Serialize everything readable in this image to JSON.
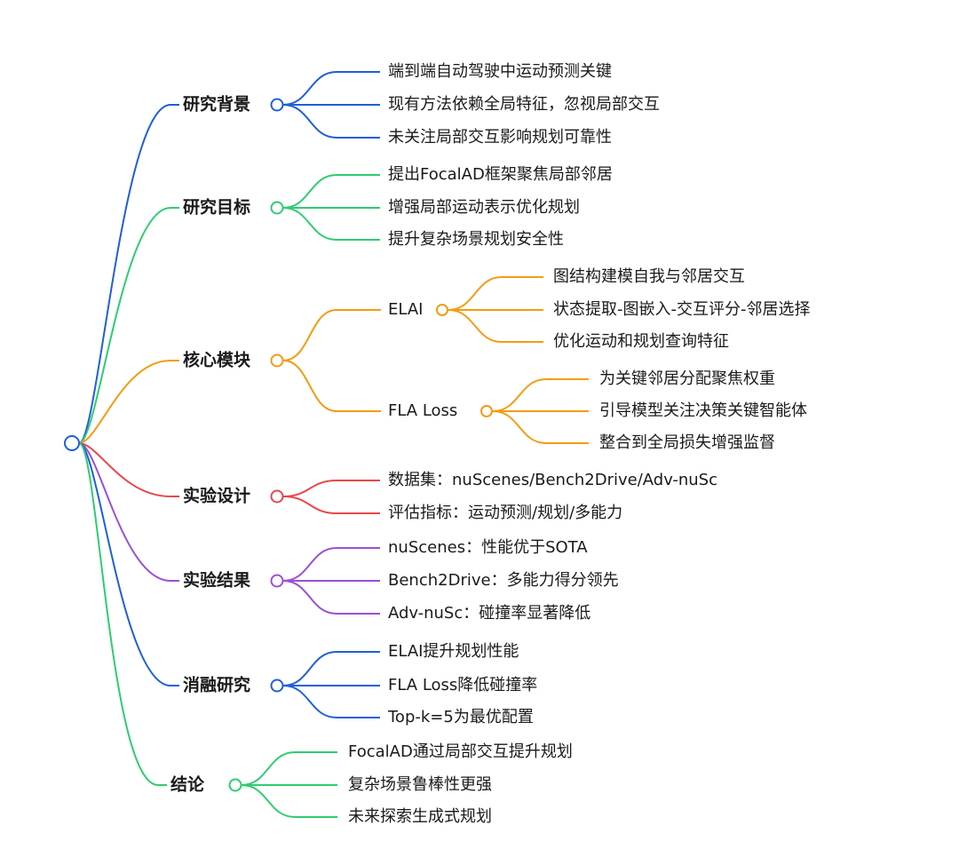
{
  "mindmap": {
    "branches": [
      {
        "label": "研究背景",
        "color": "#1f5fd9",
        "children": [
          {
            "label": "端到端自动驾驶中运动预测关键"
          },
          {
            "label": "现有方法依赖全局特征，忽视局部交互"
          },
          {
            "label": "未关注局部交互影响规划可靠性"
          }
        ]
      },
      {
        "label": "研究目标",
        "color": "#2ecc71",
        "children": [
          {
            "label": "提出FocalAD框架聚焦局部邻居"
          },
          {
            "label": "增强局部运动表示优化规划"
          },
          {
            "label": "提升复杂场景规划安全性"
          }
        ]
      },
      {
        "label": "核心模块",
        "color": "#f39c12",
        "children": [
          {
            "label": "ELAI",
            "children": [
              {
                "label": "图结构建模自我与邻居交互"
              },
              {
                "label": "状态提取-图嵌入-交互评分-邻居选择"
              },
              {
                "label": "优化运动和规划查询特征"
              }
            ]
          },
          {
            "label": "FLA Loss",
            "children": [
              {
                "label": "为关键邻居分配聚焦权重"
              },
              {
                "label": "引导模型关注决策关键智能体"
              },
              {
                "label": "整合到全局损失增强监督"
              }
            ]
          }
        ]
      },
      {
        "label": "实验设计",
        "color": "#e8474a",
        "children": [
          {
            "label": "数据集：nuScenes/Bench2Drive/Adv-nuSc"
          },
          {
            "label": "评估指标：运动预测/规划/多能力"
          }
        ]
      },
      {
        "label": "实验结果",
        "color": "#9b4fd6",
        "children": [
          {
            "label": "nuScenes：性能优于SOTA"
          },
          {
            "label": "Bench2Drive：多能力得分领先"
          },
          {
            "label": "Adv-nuSc：碰撞率显著降低"
          }
        ]
      },
      {
        "label": "消融研究",
        "color": "#1f5fd9",
        "children": [
          {
            "label": "ELAI提升规划性能"
          },
          {
            "label": "FLA Loss降低碰撞率"
          },
          {
            "label": "Top-k=5为最优配置"
          }
        ]
      },
      {
        "label": "结论",
        "color": "#2ecc71",
        "children": [
          {
            "label": "FocalAD通过局部交互提升规划"
          },
          {
            "label": "复杂场景鲁棒性更强"
          },
          {
            "label": "未来探索生成式规划"
          }
        ]
      }
    ]
  }
}
